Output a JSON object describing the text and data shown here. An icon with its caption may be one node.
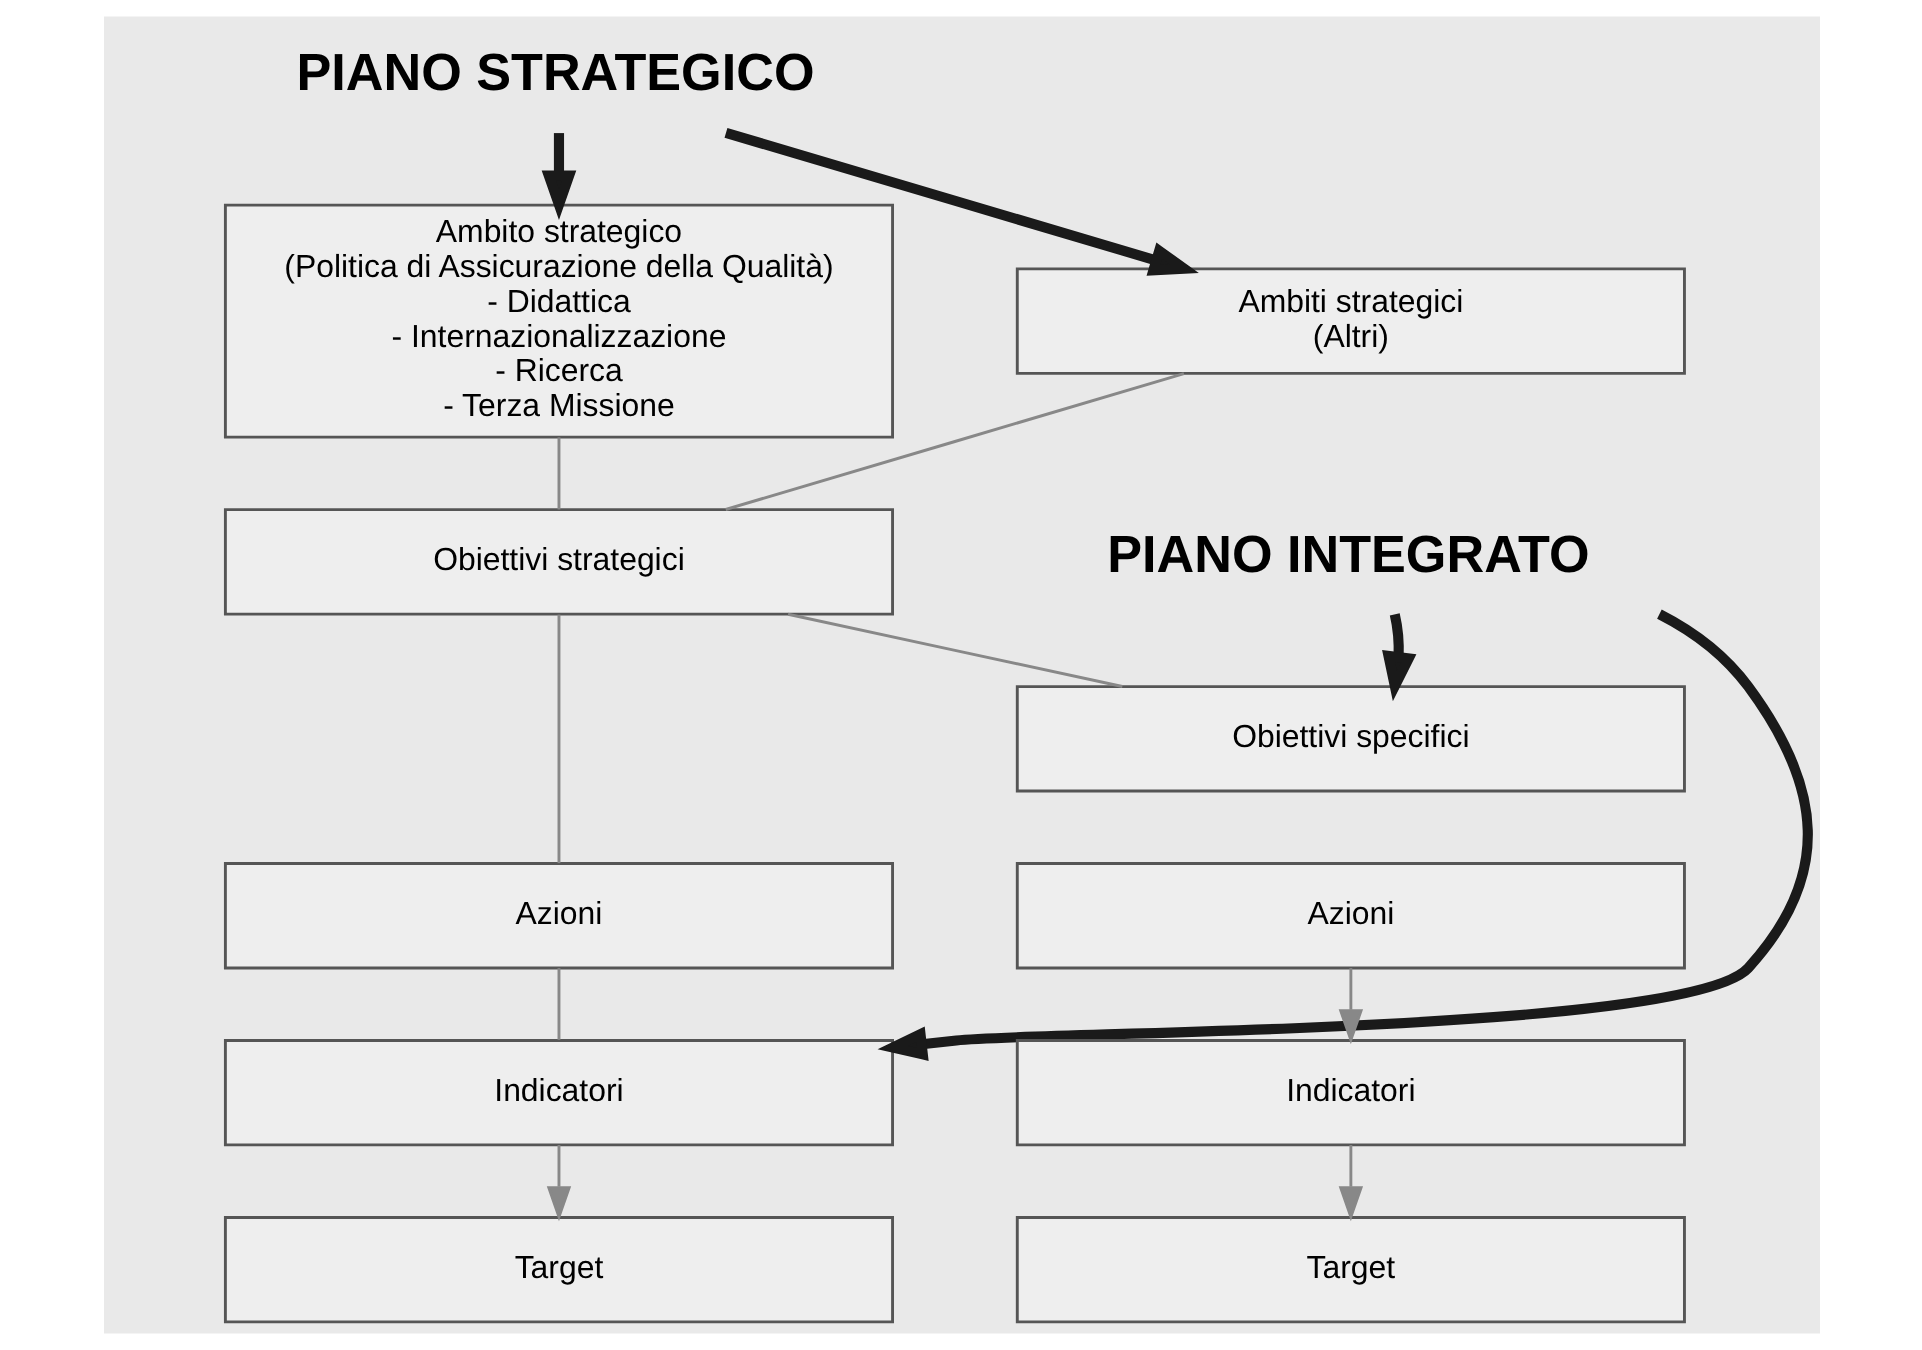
{
  "diagram": {
    "nodes": [
      {
        "text": [
          "PIANO STRATEGICO"
        ]
      },
      {
        "text": [
          "Ambito strategico",
          "(Politica di Assicurazione della Qualità)",
          "- Didattica",
          "- Internazionalizzazione",
          "- Ricerca",
          "- Terza Missione"
        ]
      },
      {
        "text": [
          "Ambiti strategici",
          "(Altri)"
        ]
      },
      {
        "text": [
          "Obiettivi strategici"
        ]
      },
      {
        "text": [
          "Azioni"
        ]
      },
      {
        "text": [
          "PIANO INTEGRATO"
        ]
      },
      {
        "text": [
          "Obiettivi specifici"
        ]
      },
      {
        "text": [
          "Azioni"
        ]
      },
      {
        "text": [
          "Indicatori"
        ]
      },
      {
        "text": [
          "Target"
        ]
      },
      {
        "text": [
          "Indicatori"
        ]
      },
      {
        "text": [
          "Target"
        ]
      }
    ],
    "edges": [
      {
        "from": 0,
        "to": 1,
        "arrow": "to",
        "style": "thick",
        "color": "#1a1a1a"
      },
      {
        "from": 0,
        "to": 2,
        "arrow": "to",
        "style": "thick",
        "color": "#1a1a1a"
      },
      {
        "from": 1,
        "to": 3,
        "arrow": "none"
      },
      {
        "from": 2,
        "to": 3,
        "arrow": "none"
      },
      {
        "from": 3,
        "to": 4,
        "arrow": "none"
      },
      {
        "from": 3,
        "to": 6,
        "arrow": "none"
      },
      {
        "from": 5,
        "to": 6,
        "arrow": "to",
        "style": "thick",
        "color": "#1a1a1a"
      },
      {
        "from": 5,
        "to": 8,
        "arrow": "to",
        "style": "thick",
        "color": "#1a1a1a"
      },
      {
        "from": 4,
        "to": 8,
        "arrow": "none"
      },
      {
        "from": 7,
        "to": 10,
        "arrow": "to"
      },
      {
        "from": 8,
        "to": 9,
        "arrow": "to"
      },
      {
        "from": 10,
        "to": 11,
        "arrow": "to"
      }
    ]
  }
}
